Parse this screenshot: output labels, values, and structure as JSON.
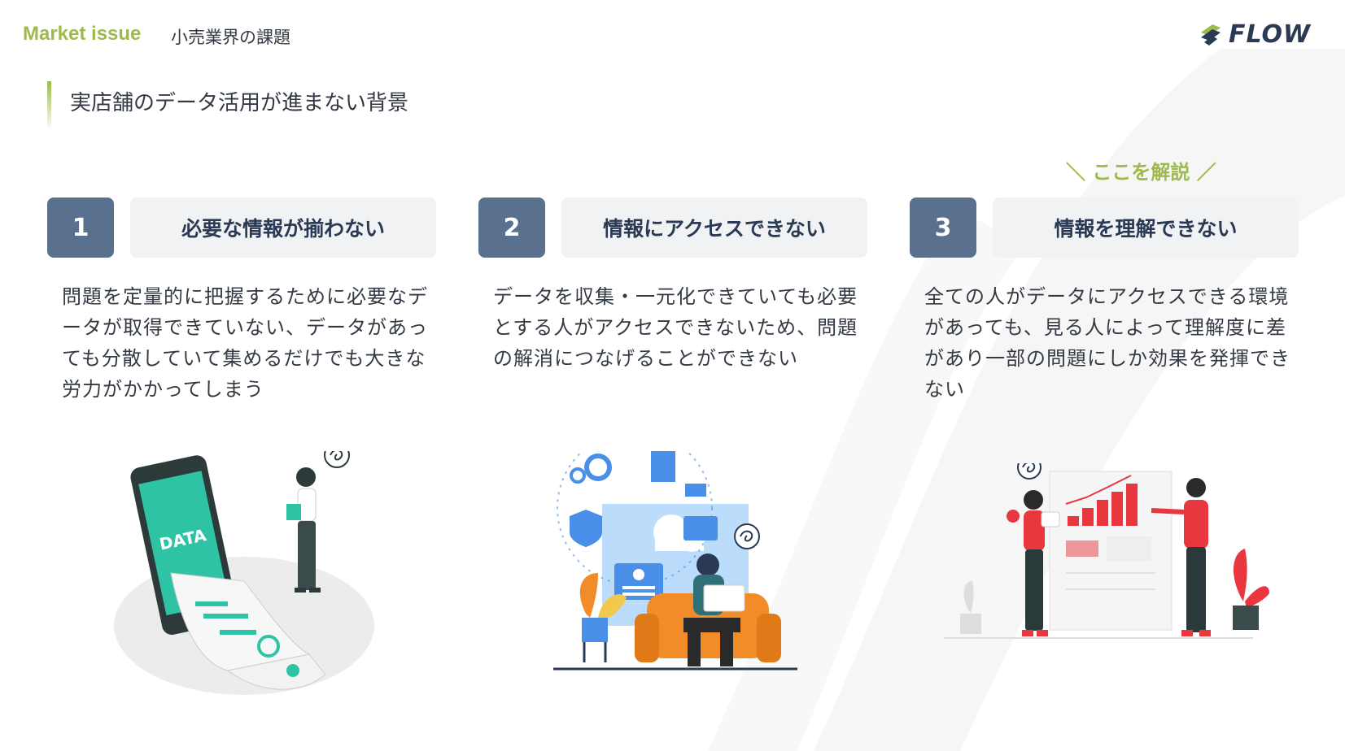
{
  "header": {
    "kicker": "Market issue",
    "subtitle": "小売業界の課題",
    "logo_text": "FLOW"
  },
  "section": {
    "title": "実店舗のデータ活用が進まない背景"
  },
  "callout": "＼ ここを解説 ／",
  "columns": [
    {
      "number": "1",
      "title": "必要な情報が揃わない",
      "body": "問題を定量的に把握するために必要なデータが取得できていない、データがあっても分散していて集めるだけでも大きな労力がかかってしまう",
      "illustration": "data-printout-illustration"
    },
    {
      "number": "2",
      "title": "情報にアクセスできない",
      "body": "データを収集・一元化できていても必要とする人がアクセスできないため、問題の解消につなげることができない",
      "illustration": "cloud-access-illustration"
    },
    {
      "number": "3",
      "title": "情報を理解できない",
      "body": "全ての人がデータにアクセスできる環境があっても、見る人によって理解度に差があり一部の問題にしか効果を発揮できない",
      "illustration": "chart-presentation-illustration"
    }
  ],
  "colors": {
    "accent_green": "#9dba4c",
    "number_box": "#59708f",
    "title_box": "#f1f2f3",
    "navy": "#2a3a55",
    "teal": "#2fc3a6",
    "red": "#e8373f",
    "blue": "#4a8fe7",
    "orange": "#f28c28"
  }
}
